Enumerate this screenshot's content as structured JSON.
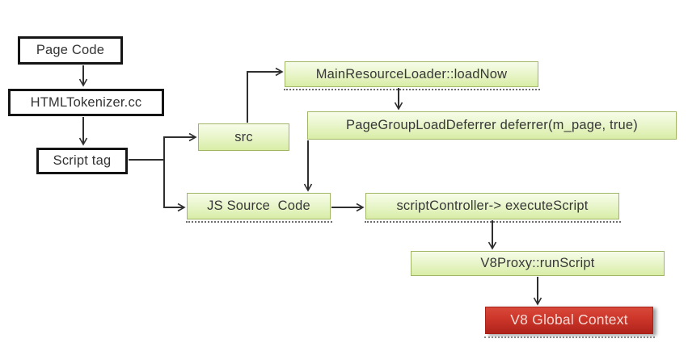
{
  "diagram": {
    "description": "Flowchart of script loading and execution from page code to the V8 global context",
    "nodes": {
      "page_code": {
        "label": "Page Code",
        "style": "plain"
      },
      "html_tokenizer": {
        "label": "HTMLTokenizer.cc",
        "style": "plain"
      },
      "script_tag": {
        "label": "Script tag",
        "style": "plain"
      },
      "src": {
        "label": "src",
        "style": "green"
      },
      "main_resource_loader": {
        "label": "MainResourceLoader::loadNow",
        "style": "green-dotted"
      },
      "page_group_deferrer": {
        "label": "PageGroupLoadDeferrer deferrer(m_page, true)",
        "style": "green"
      },
      "js_source_code": {
        "label": "JS Source  Code",
        "style": "green-dotted"
      },
      "script_controller": {
        "label": "scriptController-> executeScript",
        "style": "green-dotted"
      },
      "v8_proxy": {
        "label": "V8Proxy::runScript",
        "style": "green"
      },
      "v8_global_context": {
        "label": "V8 Global Context",
        "style": "red-dotted"
      }
    },
    "edges": [
      {
        "from": "page_code",
        "to": "html_tokenizer"
      },
      {
        "from": "html_tokenizer",
        "to": "script_tag"
      },
      {
        "from": "script_tag",
        "to": "src"
      },
      {
        "from": "script_tag",
        "to": "js_source_code"
      },
      {
        "from": "src",
        "to": "main_resource_loader"
      },
      {
        "from": "main_resource_loader",
        "to": "page_group_deferrer"
      },
      {
        "from": "page_group_deferrer",
        "to": "js_source_code"
      },
      {
        "from": "js_source_code",
        "to": "script_controller"
      },
      {
        "from": "script_controller",
        "to": "v8_proxy"
      },
      {
        "from": "v8_proxy",
        "to": "v8_global_context"
      }
    ],
    "colors": {
      "background": "#ffffff",
      "plain_box_fill": "#ffffff",
      "plain_box_border": "#151515",
      "green_box_top": "#f7fce9",
      "green_box_bottom": "#d9eda6",
      "green_box_border": "#a0b565",
      "red_box_top": "#d8493a",
      "red_box_bottom": "#af241b",
      "red_box_text": "#f4ddd8",
      "text": "#383838",
      "connector": "#2f2f2f"
    }
  }
}
